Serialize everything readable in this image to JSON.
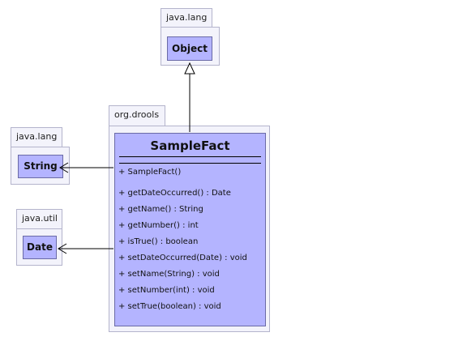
{
  "packages": {
    "top": {
      "name": "java.lang",
      "class": "Object"
    },
    "left": {
      "name": "java.lang",
      "class": "String"
    },
    "bottom_left": {
      "name": "java.util",
      "class": "Date"
    },
    "main": {
      "name": "org.drools"
    }
  },
  "main_class": {
    "name": "SampleFact",
    "constructors": [
      "+ SampleFact()"
    ],
    "operations": [
      "+ getDateOccurred() : Date",
      "+ getName() : String",
      "+ getNumber() : int",
      "+ isTrue() : boolean",
      "+ setDateOccurred(Date) : void",
      "+ setName(String) : void",
      "+ setNumber(int) : void",
      "+ setTrue(boolean) : void"
    ]
  },
  "colors": {
    "class_fill": "#b4b4ff",
    "package_fill": "#f3f3fb",
    "package_border": "#b4b4cc"
  }
}
